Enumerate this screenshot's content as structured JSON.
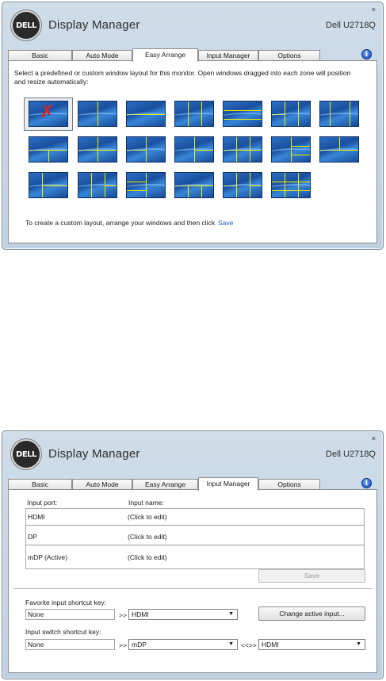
{
  "app": {
    "title": "Display Manager",
    "model": "Dell U2718Q",
    "logo_text": "DELL",
    "close": "×"
  },
  "tabs": [
    "Basic",
    "Auto Mode",
    "Easy Arrange",
    "Input Manager",
    "Options"
  ],
  "info_icon": "i",
  "easy_arrange": {
    "instructions": "Select a predefined or custom window layout for this monitor.  Open windows dragged into each zone will position and resize automatically:",
    "custom_text": "To create a custom layout, arrange your windows and then click",
    "save_link": "Save",
    "selected_mark": "✗"
  },
  "input_manager": {
    "col_port": "Input port:",
    "col_name": "Input name:",
    "rows": [
      {
        "port": "HDMI",
        "name": "(Click to edit)"
      },
      {
        "port": "DP",
        "name": "(Click to edit)"
      },
      {
        "port": "mDP (Active)",
        "name": "(Click to edit)"
      }
    ],
    "save": "Save",
    "favorite_label": "Favorite input shortcut key:",
    "favorite_value": "None",
    "favorite_select": "HDMI",
    "change_button": "Change active input...",
    "switch_label": "Input switch shortcut key:",
    "switch_value": "None",
    "switch_select_a": "mDP",
    "switch_select_b": "HDMI",
    "chevron": ">>",
    "swap": "<<>>",
    "dropdown_arrow": "▼"
  }
}
